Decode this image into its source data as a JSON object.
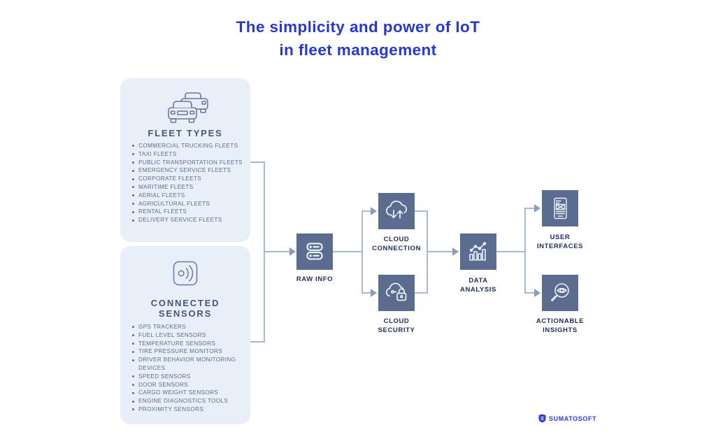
{
  "title": {
    "line1": "The simplicity and power of IoT",
    "line2": "in fleet management"
  },
  "cards": {
    "fleet_types": {
      "icon": "cars-icon",
      "title": "FLEET TYPES",
      "items": [
        "COMMERCIAL TRUCKING FLEETS",
        "TAXI FLEETS",
        "PUBLIC TRANSPORTATION FLEETS",
        "EMERGENCY SERVICE FLEETS",
        "CORPORATE FLEETS",
        "MARITIME FLEETS",
        "AERIAL FLEETS",
        "AGRICULTURAL FLEETS",
        "RENTAL FLEETS",
        "DELIVERY SERVICE FLEETS"
      ]
    },
    "connected_sensors": {
      "icon": "sensor-icon",
      "title": "CONNECTED\nSENSORS",
      "items": [
        "GPS TRACKERS",
        "FUEL LEVEL SENSORS",
        "TEMPERATURE SENSORS",
        "TIRE PRESSURE MONITORS",
        "DRIVER BEHAVIOR MONITORING DEVICES",
        "SPEED SENSORS",
        "DOOR SENSORS",
        "CARGO WEIGHT SENSORS",
        "ENGINE DIAGNOSTICS TOOLS",
        "PROXIMITY SENSORS"
      ]
    }
  },
  "nodes": {
    "raw_info": {
      "label": "RAW INFO",
      "icon": "database-icon"
    },
    "cloud_connection": {
      "label": "CLOUD\nCONNECTION",
      "icon": "cloud-arrows-icon"
    },
    "cloud_security": {
      "label": "CLOUD\nSECURITY",
      "icon": "cloud-lock-icon"
    },
    "data_analysis": {
      "label": "DATA\nANALYSIS",
      "icon": "bar-chart-icon"
    },
    "user_interfaces": {
      "label": "USER\nINTERFACES",
      "icon": "phone-icon"
    },
    "actionable_insights": {
      "label": "ACTIONABLE\nINSIGHTS",
      "icon": "eye-magnifier-icon"
    }
  },
  "logo": {
    "text": "SUMATOSOFT",
    "icon": "shield-icon"
  },
  "colors": {
    "title_blue": "#2537d4",
    "node_square": "#5c6c90",
    "connector_line": "#a7b9d2",
    "arrowhead": "#8b9cbc",
    "card_background": "#e9eff8",
    "card_text": "#5c6d8e",
    "card_heading": "#46567c",
    "node_label": "#1d2c59",
    "logo_blue": "#2b3cd6"
  }
}
